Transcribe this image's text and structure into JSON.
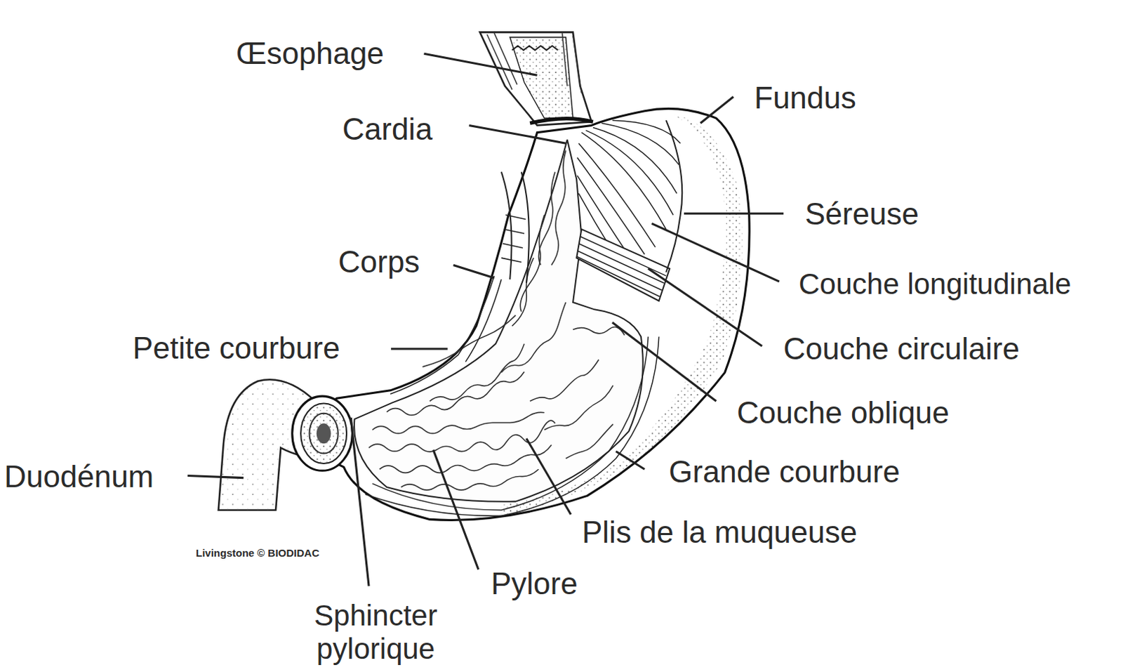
{
  "diagram": {
    "labels": [
      "Œsophage",
      "Cardia",
      "Fundus",
      "Séreuse",
      "Corps",
      "Couche longitudinale",
      "Petite courbure",
      "Couche circulaire",
      "Couche oblique",
      "Duodénum",
      "Grande courbure",
      "Plis de la muqueuse",
      "Pylore",
      "Sphincter pylorique",
      "Livingstone © BIODIDAC"
    ]
  }
}
